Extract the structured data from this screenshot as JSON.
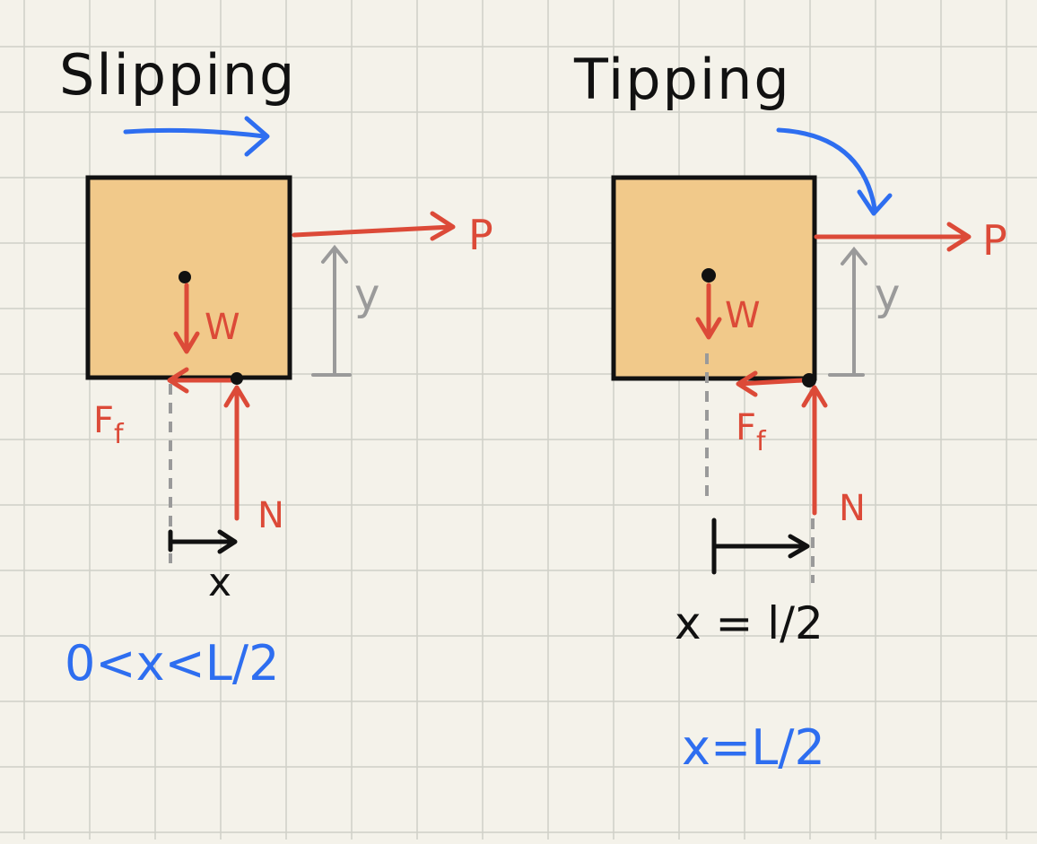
{
  "colors": {
    "paper": "#f4f2ea",
    "grid": "#cfd0c8",
    "box_fill": "#f1c98a",
    "box_stroke": "#111111",
    "force": "#dc4a38",
    "motion": "#2e6ef0",
    "dimension": "#9a9a9a",
    "ink": "#111111"
  },
  "left_panel": {
    "title": "Slipping",
    "force_p": "P",
    "height_label": "y",
    "weight_label": "W",
    "friction_label": "F",
    "friction_sub": "f",
    "normal_label": "N",
    "offset_label": "x",
    "condition": "0<x<L/2"
  },
  "right_panel": {
    "title": "Tipping",
    "force_p": "P",
    "height_label": "y",
    "weight_label": "W",
    "friction_label": "F",
    "friction_sub": "f",
    "normal_label": "N",
    "offset_label": "x = l/2",
    "condition": "x=L/2"
  }
}
